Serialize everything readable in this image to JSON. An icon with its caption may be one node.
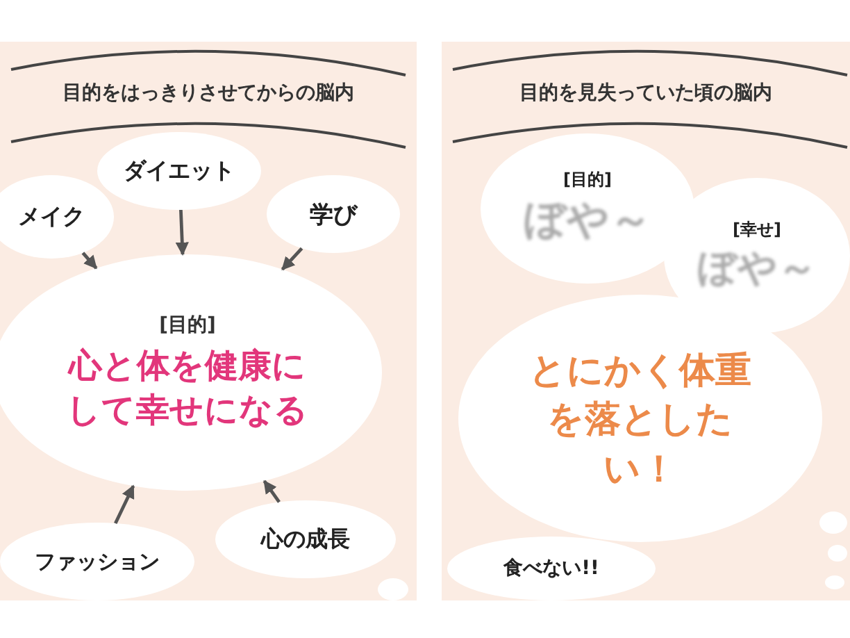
{
  "diagram": {
    "nodes": [
      {
        "text": [
          "目的をはっきりさせてからの脳内"
        ]
      },
      {
        "text": [
          "メイク"
        ],
        "in": 0
      },
      {
        "text": [
          "ダイエット"
        ],
        "in": 0
      },
      {
        "text": [
          "学び"
        ],
        "in": 0
      },
      {
        "text": [
          "[目的]",
          "心と体を健康にして幸せになる"
        ],
        "in": 0
      },
      {
        "text": [
          "ファッション"
        ],
        "in": 0
      },
      {
        "text": [
          "心の成長"
        ],
        "in": 0
      },
      {
        "text": [
          "目的を見失っていた頃の脳内"
        ]
      },
      {
        "text": [
          "[目的]",
          "ぼや～"
        ],
        "in": 7
      },
      {
        "text": [
          "[幸せ]",
          "ぼや～"
        ],
        "in": 7
      },
      {
        "text": [
          "とにかく体重を落としたい！"
        ],
        "in": 7
      },
      {
        "text": [
          "食べない!!"
        ],
        "in": 7
      }
    ],
    "edges": [
      {
        "from": 1,
        "to": 4,
        "arrow": "to"
      },
      {
        "from": 2,
        "to": 4,
        "arrow": "to"
      },
      {
        "from": 3,
        "to": 4,
        "arrow": "to"
      },
      {
        "from": 5,
        "to": 4,
        "arrow": "to"
      },
      {
        "from": 6,
        "to": 4,
        "arrow": "to"
      }
    ]
  }
}
